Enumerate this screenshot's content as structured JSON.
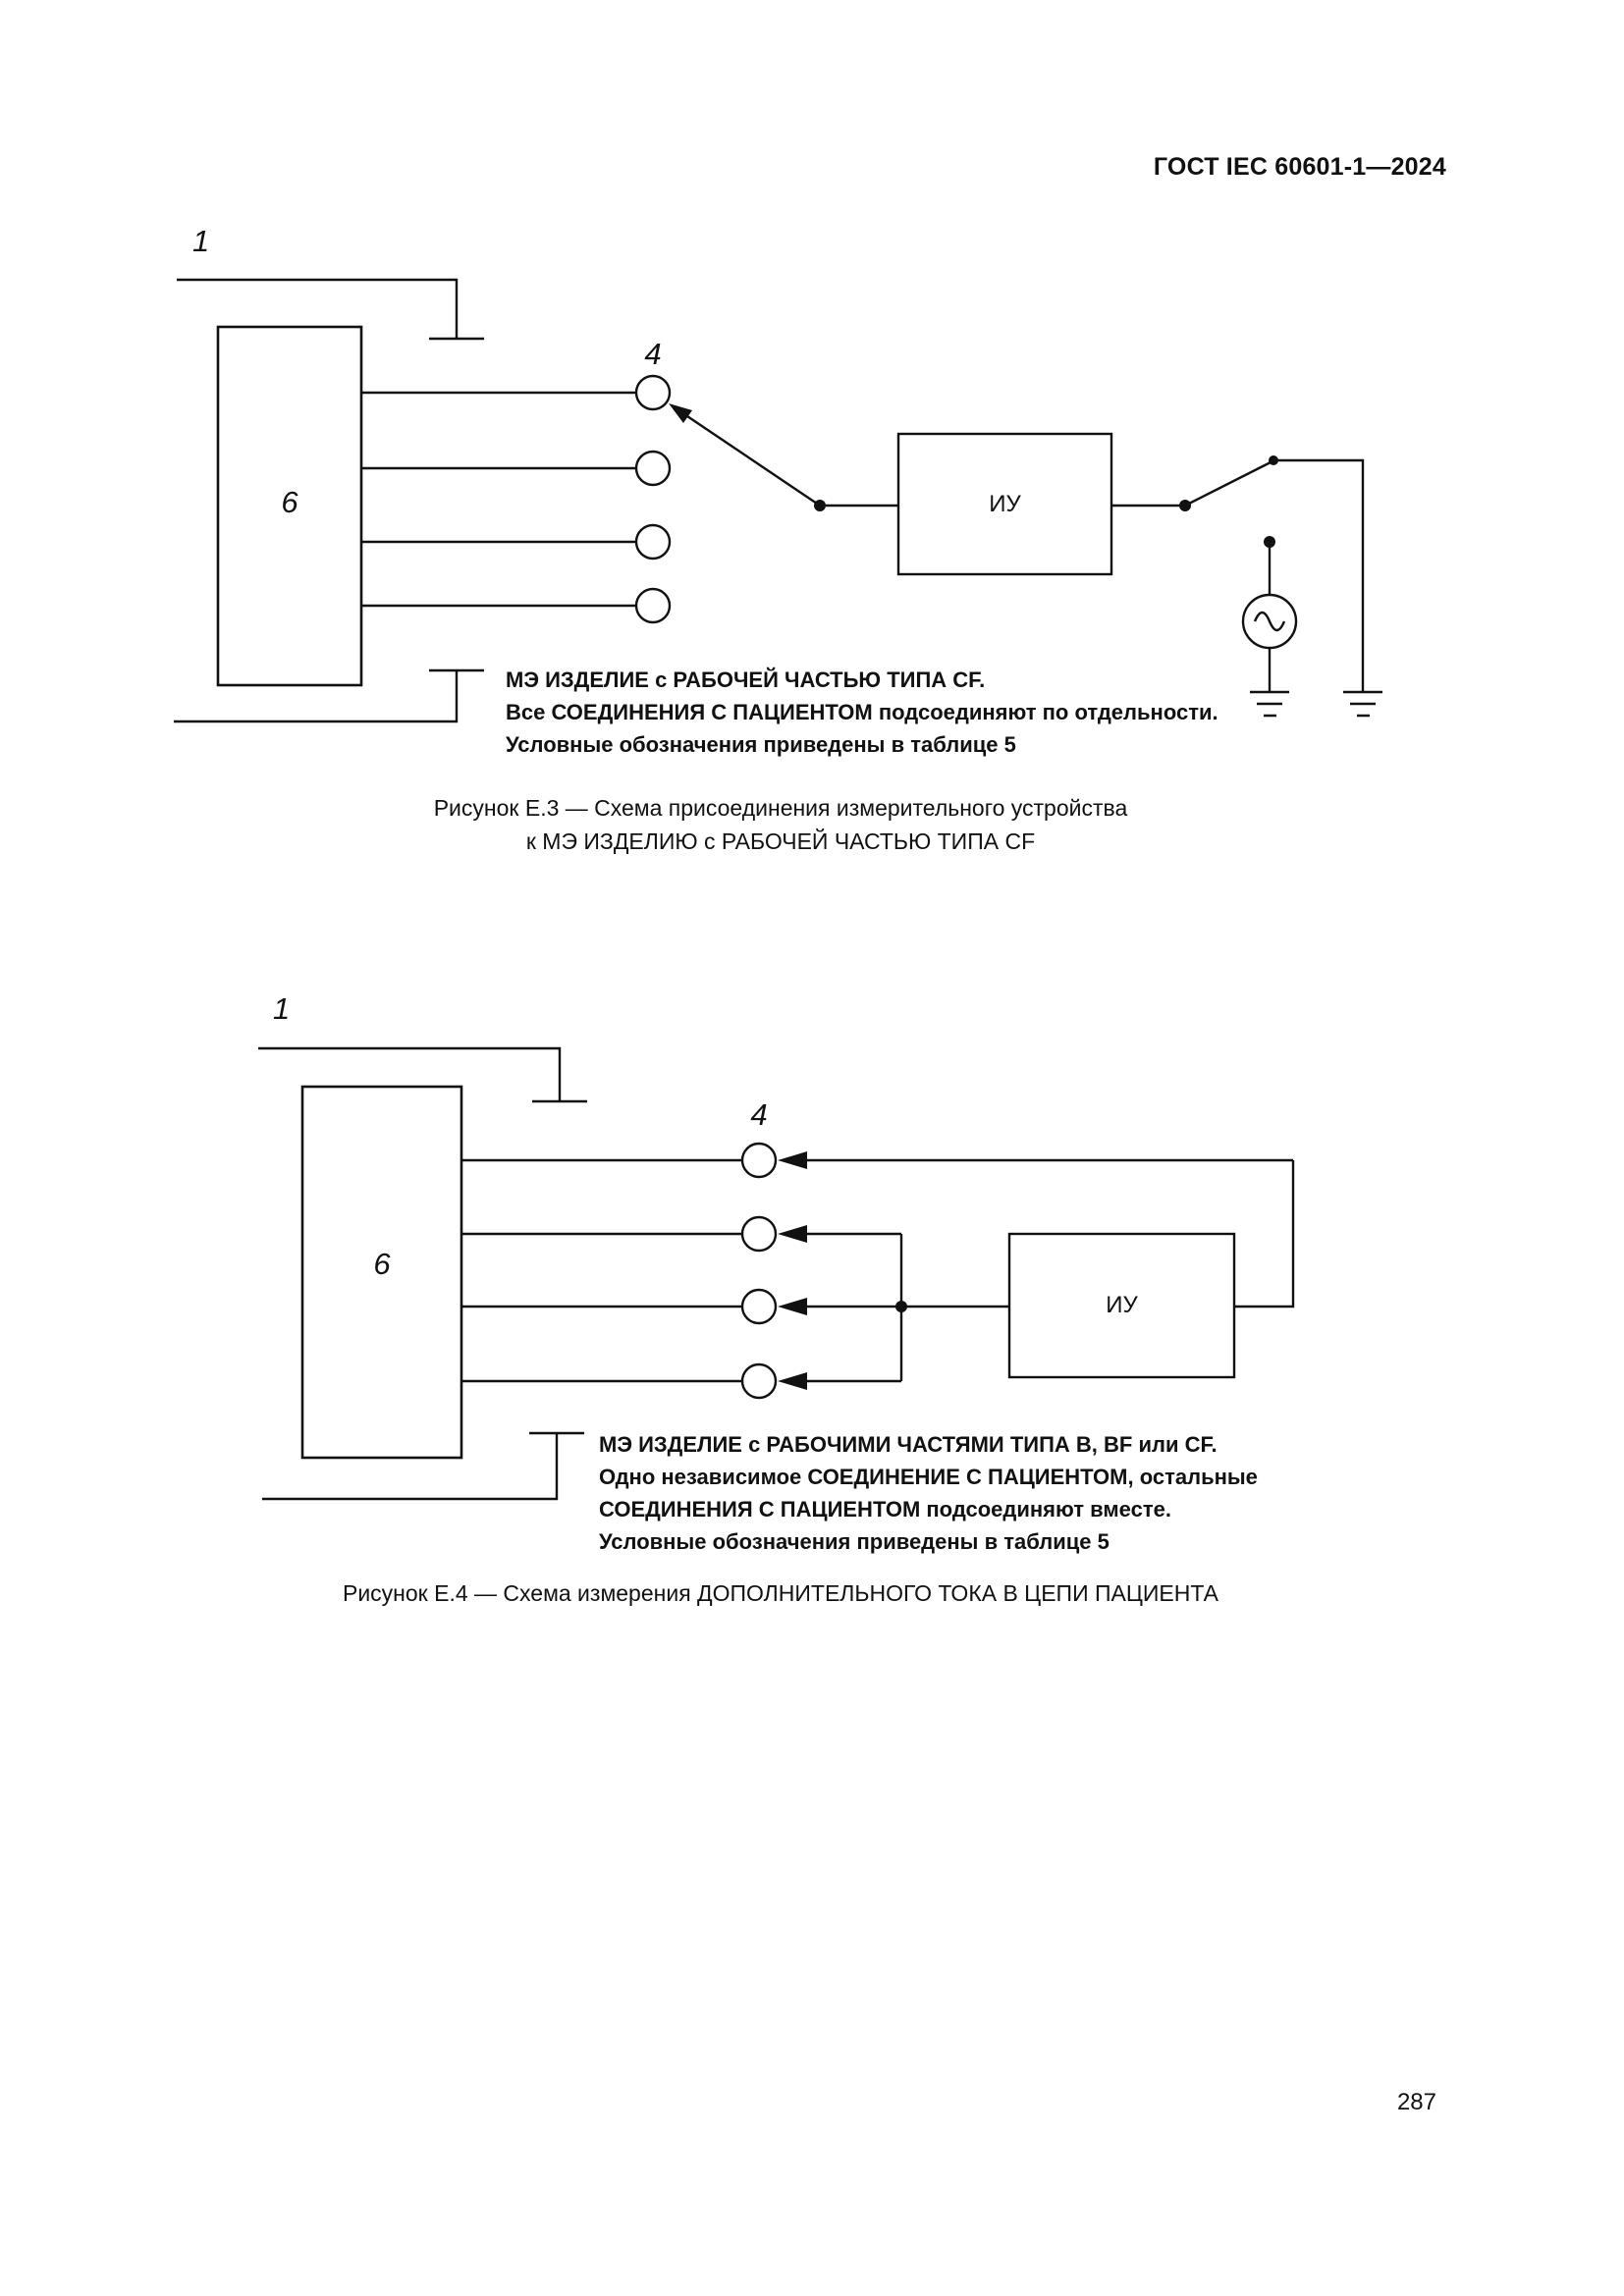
{
  "header": {
    "title": "ГОСТ IEC 60601-1—2024"
  },
  "page_number": "287",
  "figure_e3": {
    "label_1": "1",
    "label_6": "6",
    "label_4": "4",
    "md_label": "ИУ",
    "note_lines": [
      "МЭ ИЗДЕЛИЕ с РАБОЧЕЙ ЧАСТЬЮ ТИПА CF.",
      "Все СОЕДИНЕНИЯ С ПАЦИЕНТОМ подсоединяют по отдельности.",
      "Условные обозначения приведены в таблице 5"
    ],
    "caption_line1": "Рисунок Е.3 — Схема присоединения измерительного устройства",
    "caption_line2": "к МЭ ИЗДЕЛИЮ с РАБОЧЕЙ ЧАСТЬЮ ТИПА CF"
  },
  "figure_e4": {
    "label_1": "1",
    "label_6": "6",
    "label_4": "4",
    "md_label": "ИУ",
    "note_lines": [
      "МЭ ИЗДЕЛИЕ с РАБОЧИМИ ЧАСТЯМИ ТИПА B, BF или CF.",
      "Одно независимое СОЕДИНЕНИЕ С ПАЦИЕНТОМ, остальные",
      "СОЕДИНЕНИЯ С ПАЦИЕНТОМ подсоединяют вместе.",
      "Условные обозначения приведены в таблице 5"
    ],
    "caption": "Рисунок Е.4 — Схема измерения ДОПОЛНИТЕЛЬНОГО ТОКА В ЦЕПИ ПАЦИЕНТА"
  },
  "colors": {
    "ink": "#111111",
    "paper": "#ffffff"
  }
}
